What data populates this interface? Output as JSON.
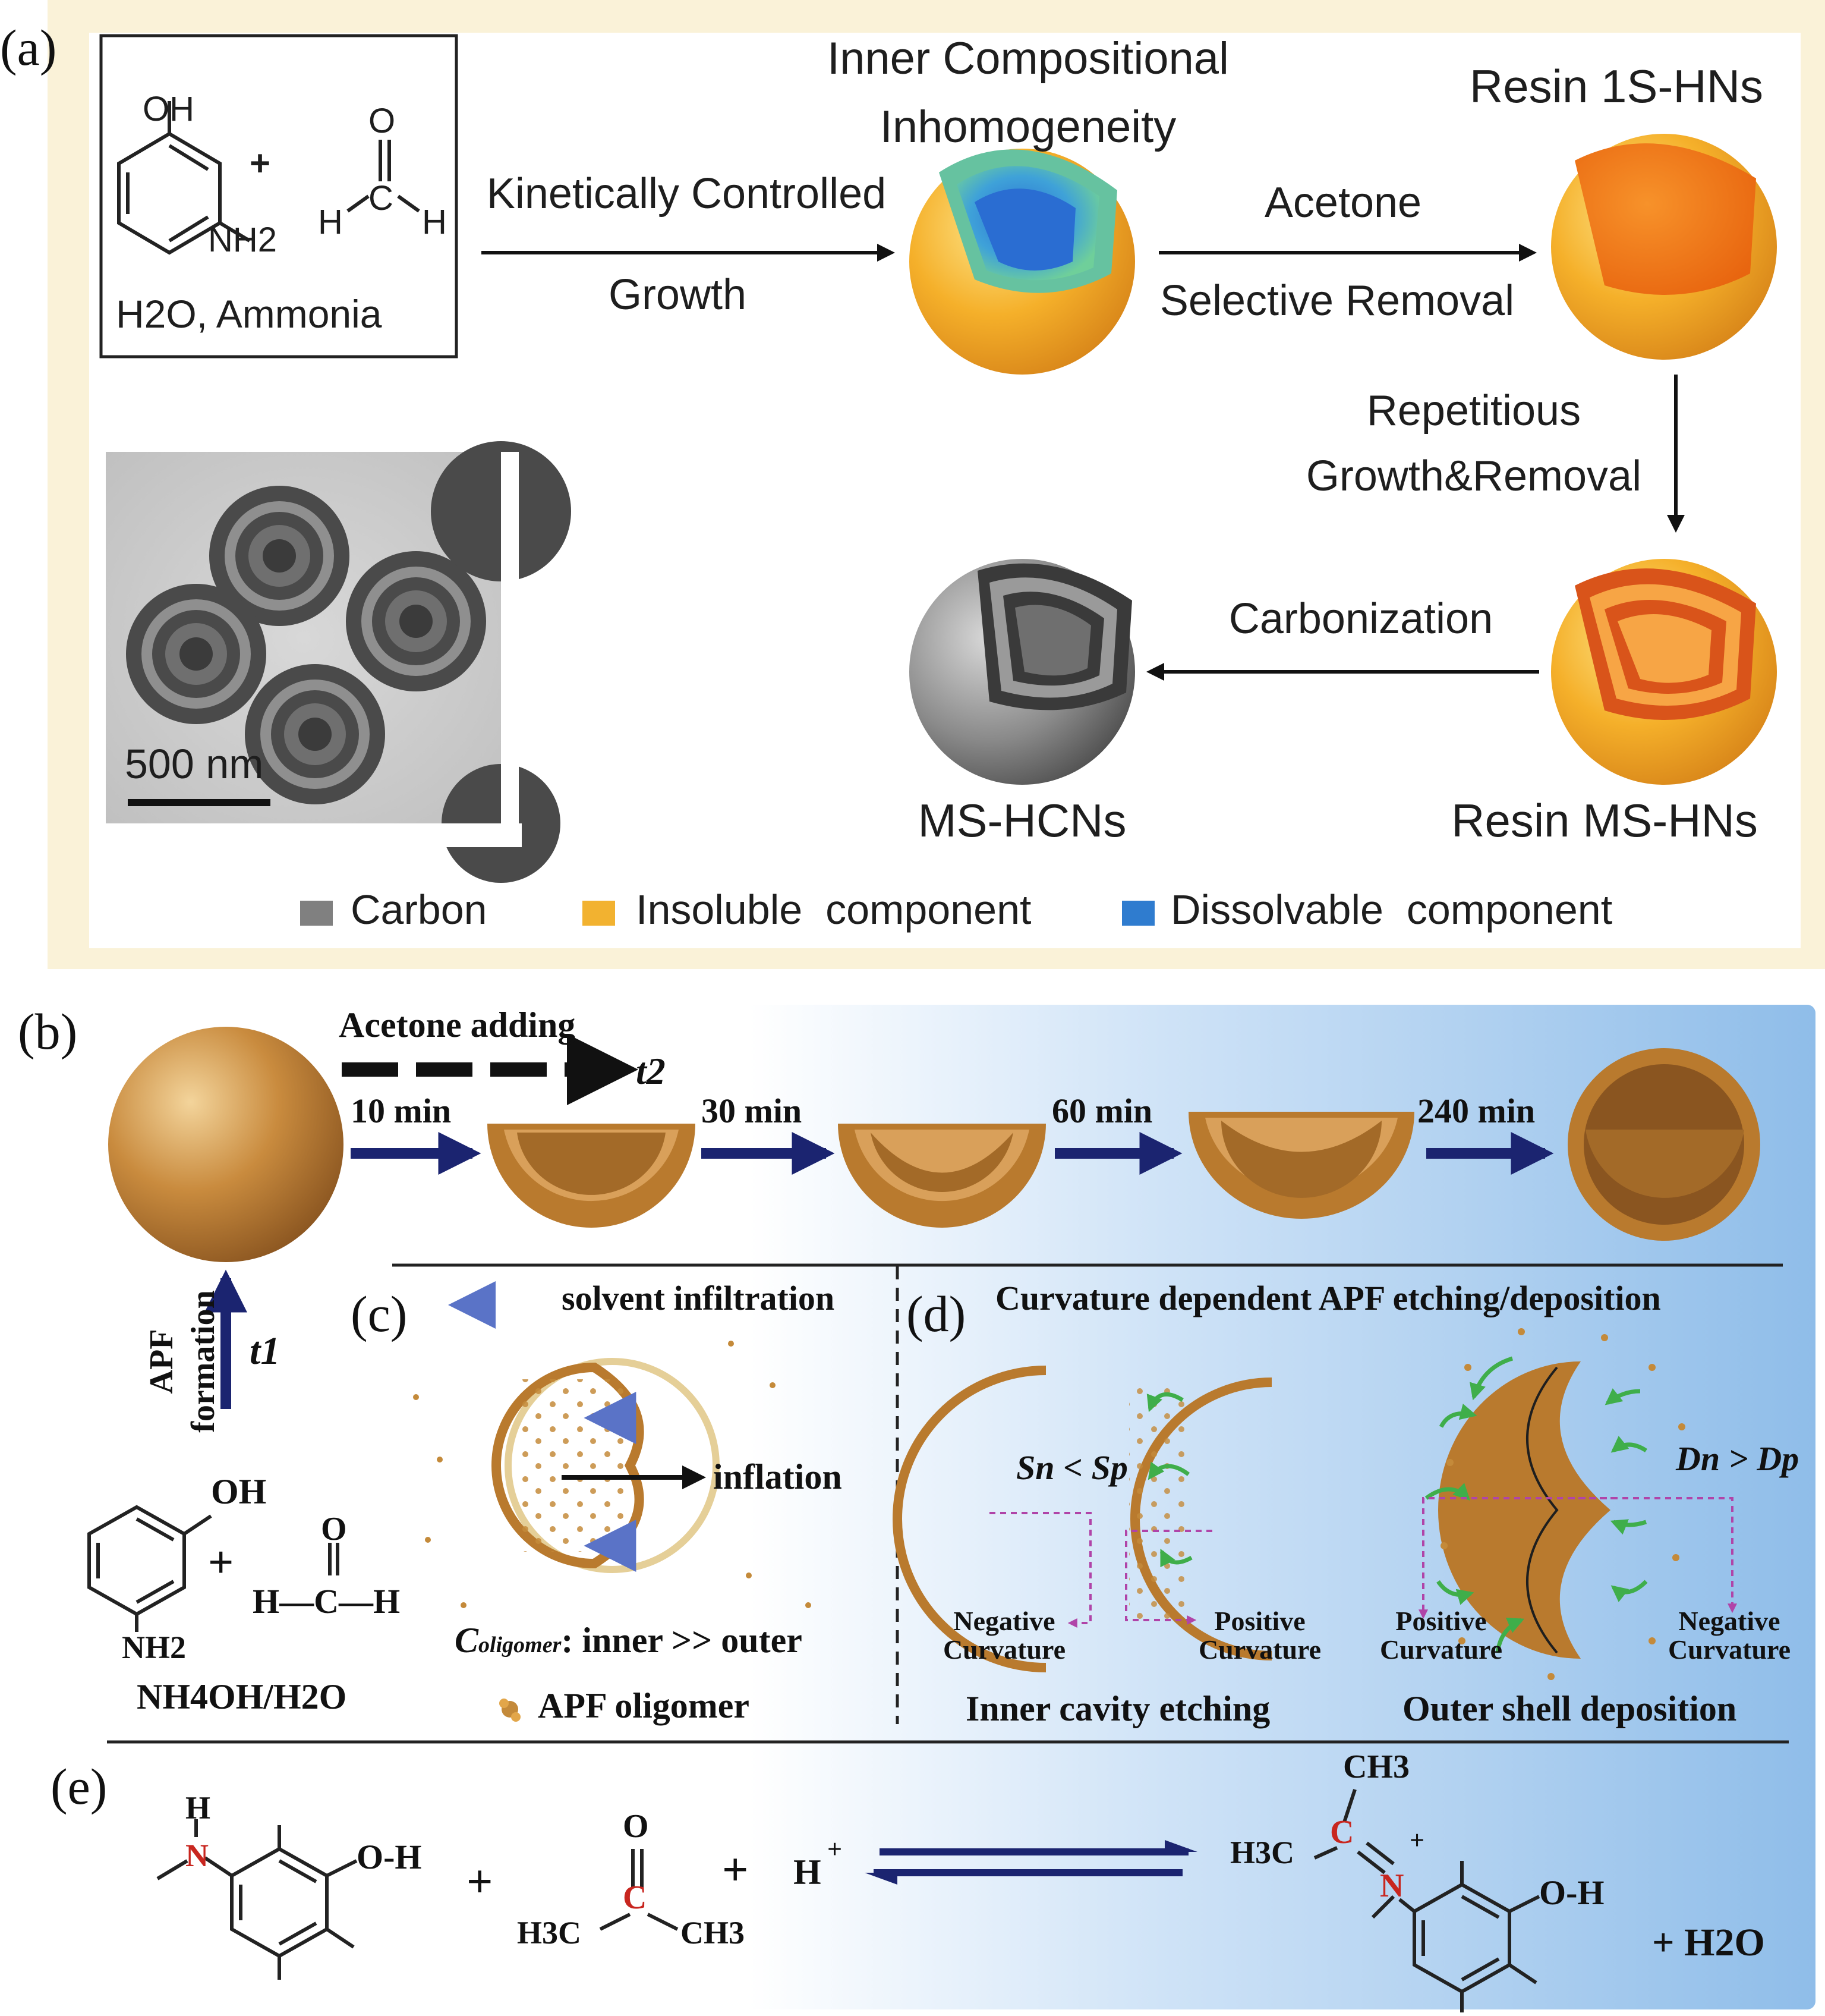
{
  "panel_a": {
    "label": "(a)",
    "reactant_formula_oh": "OH",
    "reactant_formula_nh2": "NH2",
    "plus": "+",
    "formaldehyde_o": "O",
    "formaldehyde_c": "C",
    "formaldehyde_h_left": "H",
    "formaldehyde_h_right": "H",
    "solvent_text": "H2O,  Ammonia",
    "step1_top": "Kinetically Controlled",
    "step1_bottom": "Growth",
    "stage1_title_line1": "Inner Compositional",
    "stage1_title_line2": "Inhomogeneity",
    "step2_top": "Acetone",
    "step2_bottom": "Selective Removal",
    "stage2_title": "Resin 1S-HNs",
    "step3_top": "Repetitious",
    "step3_bottom": "Growth&Removal",
    "stage3_title": "Resin MS-HNs",
    "step4_top": "Carbonization",
    "stage4_title": "MS-HCNs",
    "tem_scale_label": "500 nm",
    "legend": [
      {
        "label": "Carbon",
        "color": "#808080"
      },
      {
        "label": "Insoluble  component",
        "color": "#f2b230"
      },
      {
        "label": "Dissolvable  component",
        "color": "#2f7ccf"
      }
    ]
  },
  "panel_b": {
    "label": "(b)",
    "acetone_label": "Acetone adding",
    "t2_label": "t2",
    "times": [
      "10 min",
      "30 min",
      "60 min",
      "240 min"
    ],
    "apf_formation_line1": "APF",
    "apf_formation_line2": "formation",
    "t1_label": "t1",
    "reactant_oh": "OH",
    "reactant_nh2": "NH2",
    "plus": "+",
    "ald_o": "O",
    "ald_chain": "H—C—H",
    "solvent": "NH4OH/H2O"
  },
  "panel_c": {
    "label": "(c)",
    "solvent_infiltration": "solvent infiltration",
    "inflation": "inflation",
    "c_oligomer_prefix": "C",
    "c_oligomer_sub": "oligomer",
    "c_oligomer_rest": ": inner >> outer",
    "legend_oligomer": "APF oligomer"
  },
  "panel_d": {
    "label": "(d)",
    "title": "Curvature dependent APF etching/deposition",
    "sn_sp": "Sn < Sp",
    "dn_dp": "Dn > Dp",
    "neg_curv_1_line1": "Negative",
    "neg_curv_1_line2": "Curvature",
    "pos_curv_1_line1": "Positive",
    "pos_curv_1_line2": "Curvature",
    "pos_curv_2_line1": "Positive",
    "pos_curv_2_line2": "Curvature",
    "neg_curv_2_line1": "Negative",
    "neg_curv_2_line2": "Curvature",
    "inner_caption": "Inner cavity etching",
    "outer_caption": "Outer shell deposition"
  },
  "panel_e": {
    "label": "(e)",
    "r1_h": "H",
    "r1_n": "N",
    "r1_oh": "O-H",
    "plus1": "+",
    "r2_o": "O",
    "r2_c": "C",
    "r2_h3c": "H3C",
    "r2_ch3": "CH3",
    "plus2": "+",
    "proton": "H",
    "proton_charge": "+",
    "p_ch3": "CH3",
    "p_h3c": "H3C",
    "p_c": "C",
    "p_n": "N",
    "p_charge": "+",
    "p_oh": "O-H",
    "p_water": "+ H2O"
  }
}
